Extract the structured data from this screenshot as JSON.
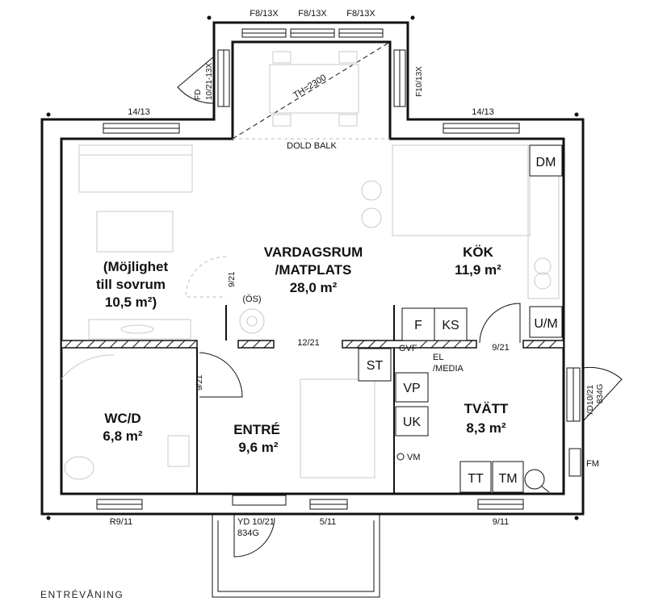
{
  "caption": "ENTRÉVÅNING",
  "rooms": {
    "living_line1": "VARDAGSRUM",
    "living_line2": "/MATPLATS",
    "living_area": "28,0 m²",
    "kitchen": "KÖK",
    "kitchen_area": "11,9 m²",
    "bedroom_line1": "(Möjlighet",
    "bedroom_line2": "till sovrum",
    "bedroom_area": "10,5 m²)",
    "wc": "WC/D",
    "wc_area": "6,8 m²",
    "entry": "ENTRÉ",
    "entry_area": "9,6 m²",
    "laundry": "TVÄTT",
    "laundry_area": "8,3 m²"
  },
  "windows": {
    "bay_left": "F8/13X",
    "bay_mid": "F8/13X",
    "bay_right": "F8/13X",
    "bay_side_left_1": "FD",
    "bay_side_left_2": "10/21-13X",
    "bay_side_right": "F10/13X",
    "top_left": "14/13",
    "top_right": "14/13",
    "bottom_left": "R9/11",
    "bottom_mid": "5/11",
    "bottom_right": "9/11",
    "entry_door_1": "YD 10/21",
    "entry_door_2": "834G",
    "side_door_1": "YD10/21",
    "side_door_2": "834G"
  },
  "labels": {
    "th": "TH=2300",
    "dold_balk": "DOLD BALK",
    "door_9_21_a": "9/21",
    "door_9_21_b": "9/21",
    "door_9_21_c": "9/21",
    "opening_12_21": "12/21",
    "os": "(ÖS)",
    "gvf": "GVF",
    "el_media_1": "EL",
    "el_media_2": "/MEDIA",
    "vm": "VM",
    "fm": "FM"
  },
  "appliances": {
    "dm": "DM",
    "um": "U/M",
    "f": "F",
    "ks": "KS",
    "st": "ST",
    "vp": "VP",
    "uk": "UK",
    "tt": "TT",
    "tm": "TM"
  }
}
